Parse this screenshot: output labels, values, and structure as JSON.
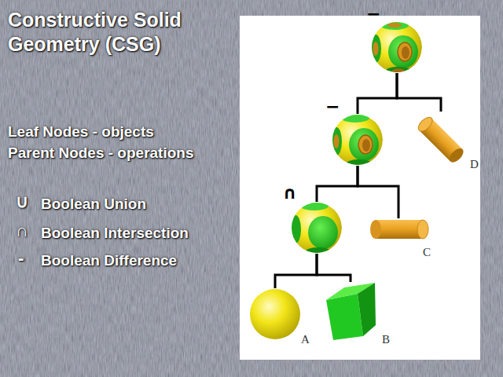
{
  "diagram": {
    "title": "Constructive Solid Geometry (CSG)",
    "nodes": [
      {
        "text": [
          "−"
        ]
      },
      {
        "text": [
          "−"
        ]
      },
      {
        "text": [
          "D"
        ]
      },
      {
        "text": [
          "∩"
        ]
      },
      {
        "text": [
          "C"
        ]
      },
      {
        "text": [
          "A"
        ]
      },
      {
        "text": [
          "B"
        ]
      }
    ],
    "edges": [
      {
        "from": 0,
        "to": 1,
        "arrow": "none"
      },
      {
        "from": 0,
        "to": 2,
        "arrow": "none"
      },
      {
        "from": 1,
        "to": 3,
        "arrow": "none"
      },
      {
        "from": 1,
        "to": 4,
        "arrow": "none"
      },
      {
        "from": 3,
        "to": 5,
        "arrow": "none"
      },
      {
        "from": 3,
        "to": 6,
        "arrow": "none"
      }
    ],
    "labels": [
      "Leaf Nodes - objects",
      "Parent Nodes - operations",
      "∪",
      "Boolean Union",
      "∩",
      "Boolean Intersection",
      "-",
      "Boolean Difference"
    ]
  }
}
